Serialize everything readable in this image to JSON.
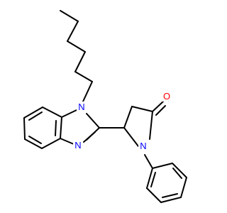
{
  "structure": {
    "atoms": [
      {
        "id": "n_top",
        "element": "N",
        "label": "N",
        "color": "#0000ff"
      },
      {
        "id": "n_bottom",
        "element": "N",
        "label": "N",
        "color": "#0000ff"
      },
      {
        "id": "n_amide",
        "element": "N",
        "label": "N",
        "color": "#0000ff"
      },
      {
        "id": "o_carbonyl",
        "element": "O",
        "label": "O",
        "color": "#ff0000"
      }
    ],
    "bond_color": "#000000",
    "background": "#ffffff"
  }
}
